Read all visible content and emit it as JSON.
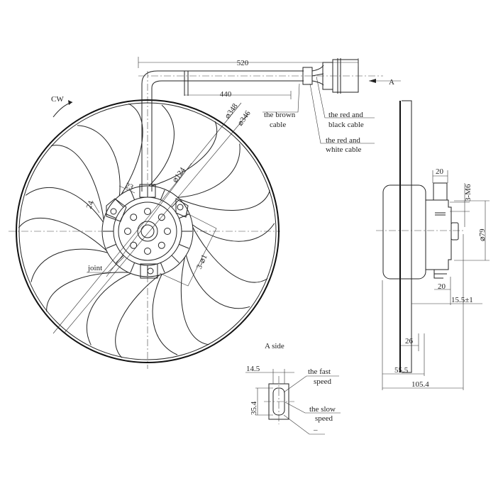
{
  "drawing": {
    "rotation_label": "CW",
    "view_label": "A",
    "dimensions": {
      "cable_total": "520",
      "cable_to_plug": "440",
      "outer_diameter": "⌀348",
      "inner_diameter": "⌀346",
      "hub_diameter": "⌀124",
      "bracket_width": "23",
      "bracket_offset": "24",
      "mount_holes": "3-⌀1",
      "motor_top": "20",
      "motor_bolts": "3-M6",
      "motor_diameter": "⌀79",
      "motor_bottom": "20",
      "shaft_offset": "15.5±1",
      "hub_depth": "26",
      "motor_depth": "55.5",
      "total_depth": "105.4",
      "plug_width": "14.5",
      "plug_height": "35.4"
    },
    "callouts": {
      "brown_cable": [
        "the brown",
        "cable"
      ],
      "red_black_cable": [
        "the red and",
        "black cable"
      ],
      "red_white_cable": [
        "the red and",
        "white cable"
      ],
      "joint": "joint",
      "fast_speed": [
        "the fast",
        "speed"
      ],
      "slow_speed": [
        "the slow",
        "speed"
      ],
      "ground": "–"
    },
    "a_side_title": "A side"
  }
}
